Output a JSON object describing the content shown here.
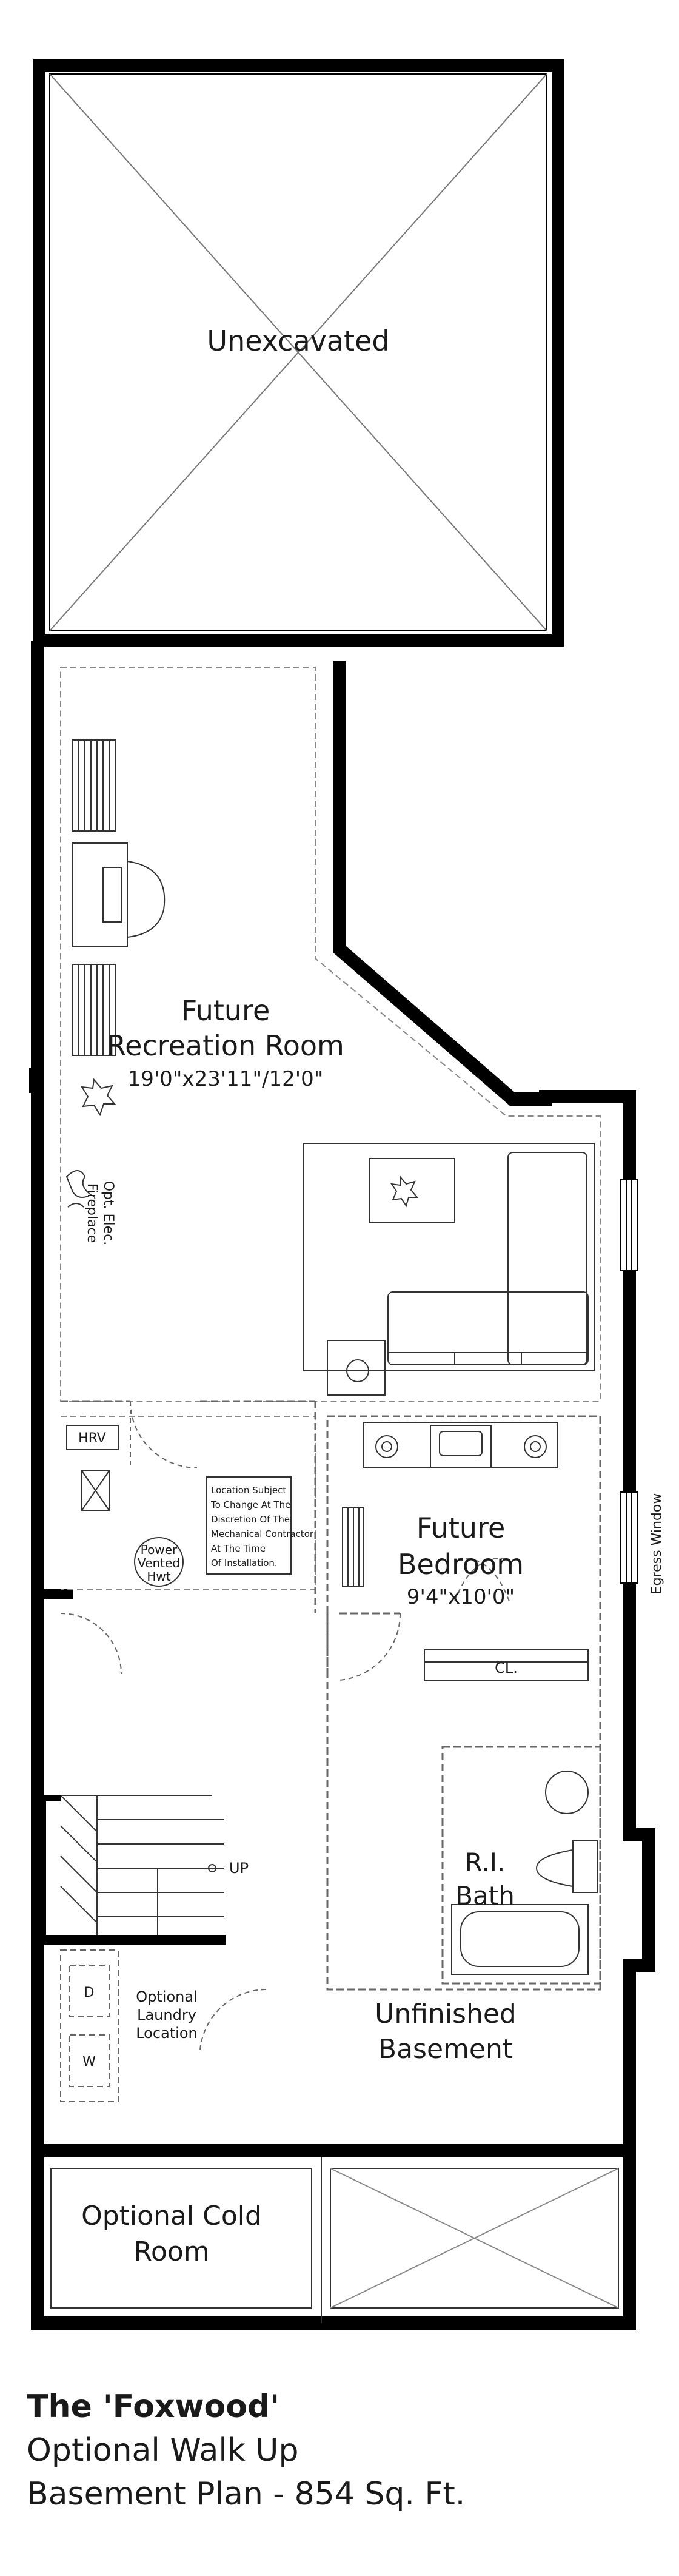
{
  "plan": {
    "rooms": {
      "unexcavated": "Unexcavated",
      "recreation_line1": "Future",
      "recreation_line2": "Recreation Room",
      "recreation_dims": "19'0\"x23'11\"/12'0\"",
      "bedroom_line1": "Future",
      "bedroom_line2": "Bedroom",
      "bedroom_dims": "9'4\"x10'0\"",
      "bath_line1": "R.I.",
      "bath_line2": "Bath",
      "unfinished_line1": "Unfinished",
      "unfinished_line2": "Basement",
      "cold_line1": "Optional Cold",
      "cold_line2": "Room"
    },
    "labels": {
      "fireplace_line1": "Opt. Elec.",
      "fireplace_line2": "Fireplace",
      "hrv": "HRV",
      "hwt_line1": "Power",
      "hwt_line2": "Vented",
      "hwt_line3": "Hwt",
      "note_lines": [
        "Location Subject",
        "To Change At The",
        "Discretion Of The",
        "Mechanical Contractor",
        "At The Time",
        "Of Installation."
      ],
      "closet": "CL.",
      "egress": "Egress Window",
      "up": "UP",
      "dryer": "D",
      "washer": "W",
      "laundry_line1": "Optional",
      "laundry_line2": "Laundry",
      "laundry_line3": "Location"
    }
  },
  "caption": {
    "title": "The 'Foxwood'",
    "line1": "Optional Walk Up",
    "line2": "Basement Plan - 854 Sq. Ft."
  }
}
